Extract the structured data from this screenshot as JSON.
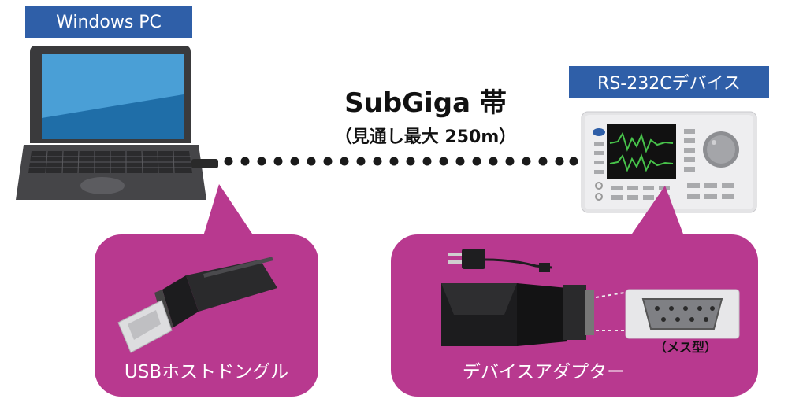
{
  "labels": {
    "pc": "Windows PC",
    "device": "RS-232Cデバイス"
  },
  "link": {
    "title": "SubGiga 帯",
    "range": "（見通し最大 250m）"
  },
  "callouts": {
    "usb_dongle": "USBホストドングル",
    "device_adapter": "デバイスアダプター",
    "connector_note": "（メス型）"
  },
  "colors": {
    "label_blue": "#2f5fa8",
    "bubble_magenta": "#b8398f"
  }
}
